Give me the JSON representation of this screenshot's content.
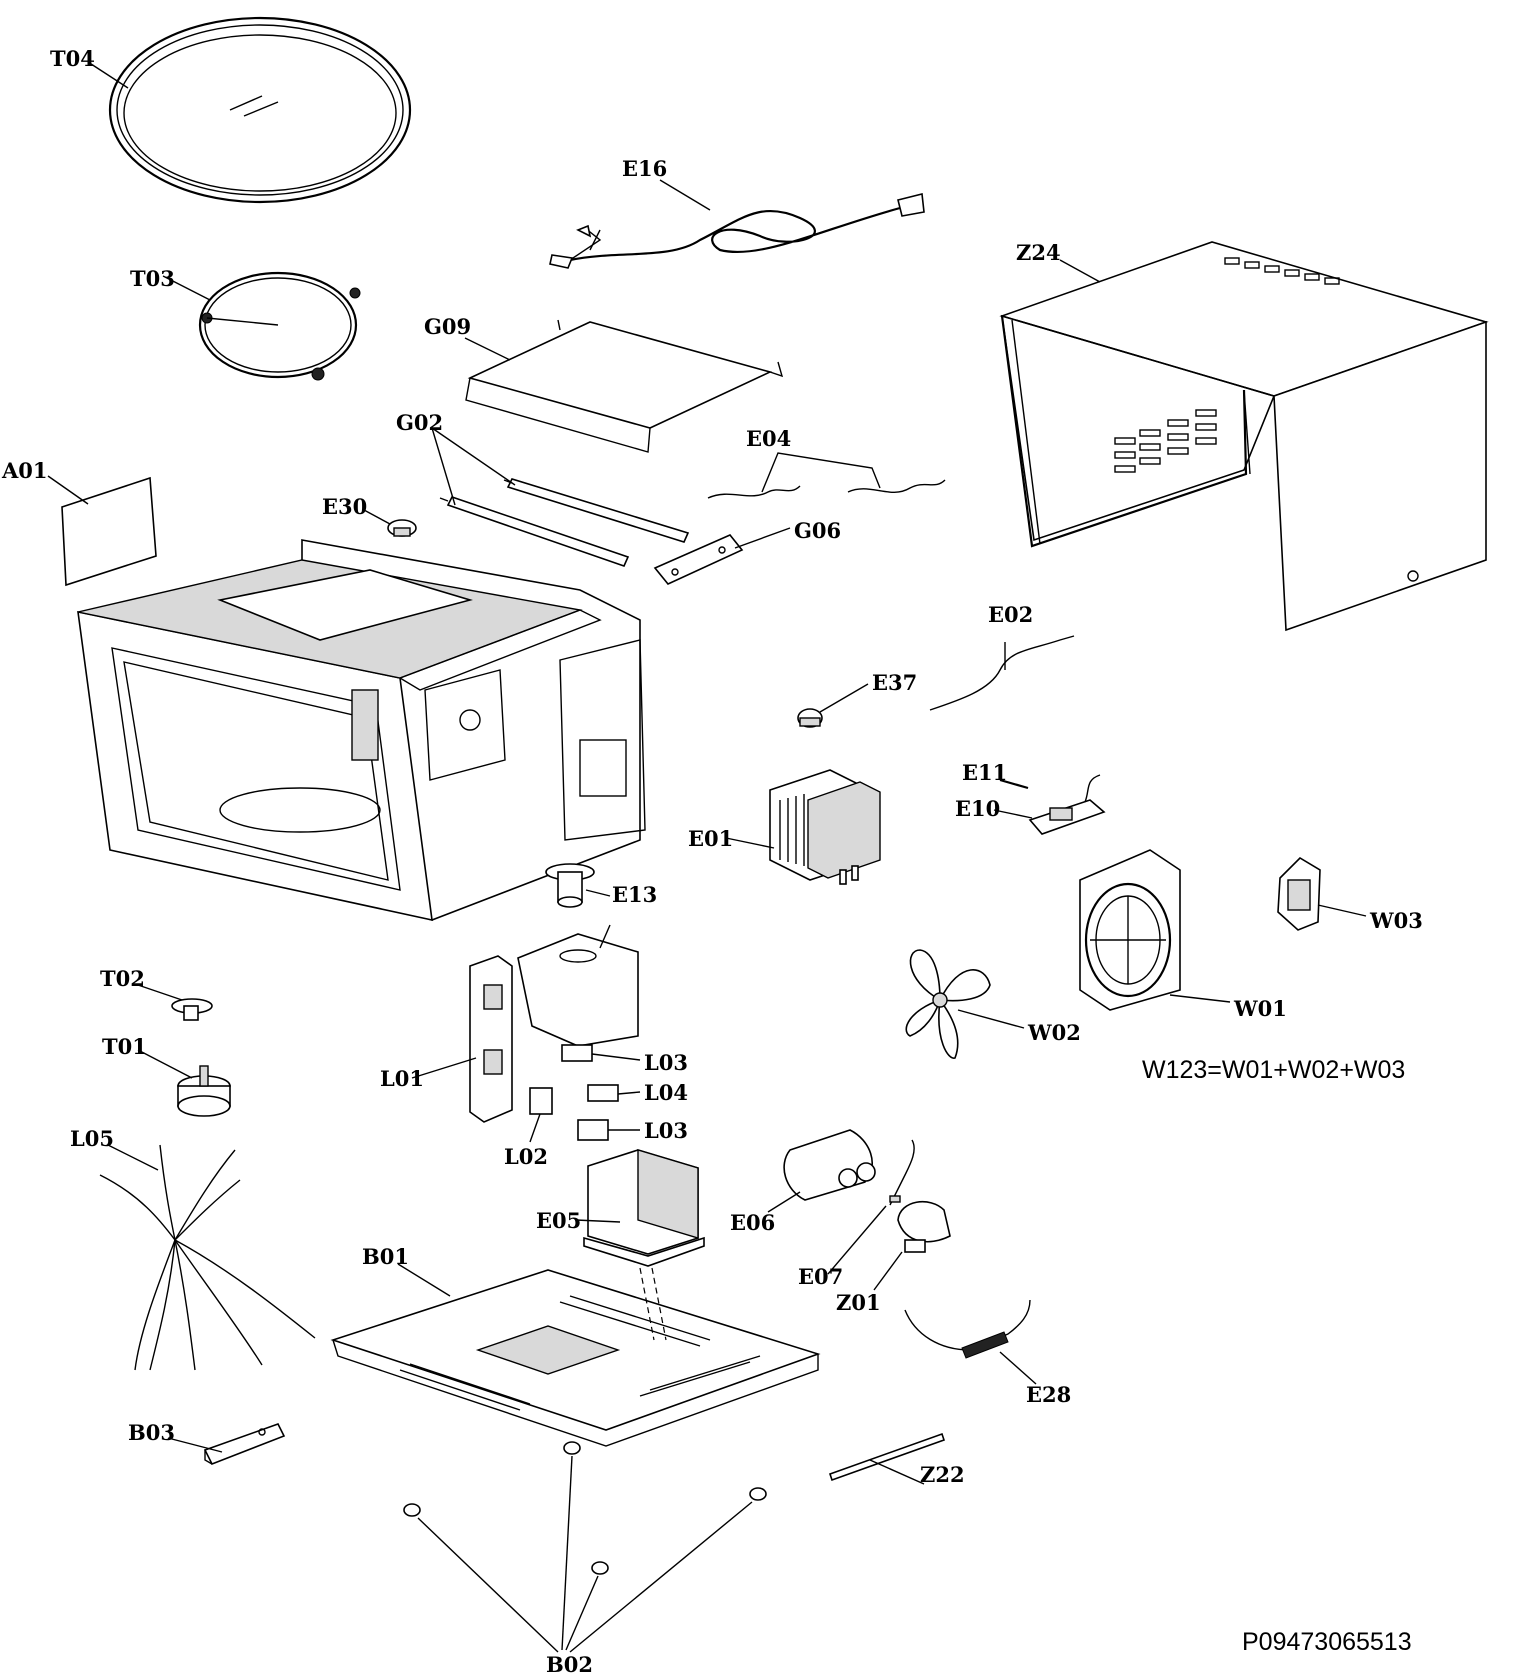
{
  "labels": {
    "T04": "T04",
    "T03": "T03",
    "A01": "A01",
    "E30": "E30",
    "G09": "G09",
    "G02": "G02",
    "E16": "E16",
    "E04": "E04",
    "G06": "G06",
    "Z24": "Z24",
    "E02": "E02",
    "E37": "E37",
    "E11": "E11",
    "E10": "E10",
    "E01": "E01",
    "E13": "E13",
    "W03": "W03",
    "W01": "W01",
    "W02": "W02",
    "T02": "T02",
    "T01": "T01",
    "L01": "L01",
    "L03a": "L03",
    "L04": "L04",
    "L03b": "L03",
    "L02": "L02",
    "L05": "L05",
    "E05": "E05",
    "E06": "E06",
    "E07": "E07",
    "Z01": "Z01",
    "B01": "B01",
    "E28": "E28",
    "B03": "B03",
    "Z22": "Z22",
    "B02": "B02"
  },
  "notes": {
    "fan_assembly": "W123=W01+W02+W03",
    "drawing_number": "P09473065513"
  },
  "icons": {
    "turntable_glass": "glass-tray-icon",
    "roller_ring": "roller-ring-icon",
    "outer_case": "cabinet-cover-icon",
    "cavity": "oven-cavity-icon",
    "magnetron": "magnetron-icon",
    "transformer": "transformer-icon",
    "capacitor": "capacitor-icon",
    "fan_blade": "fan-blade-icon",
    "fan_motor": "fan-motor-icon",
    "base_plate": "base-plate-icon",
    "power_cord": "power-cord-icon"
  }
}
